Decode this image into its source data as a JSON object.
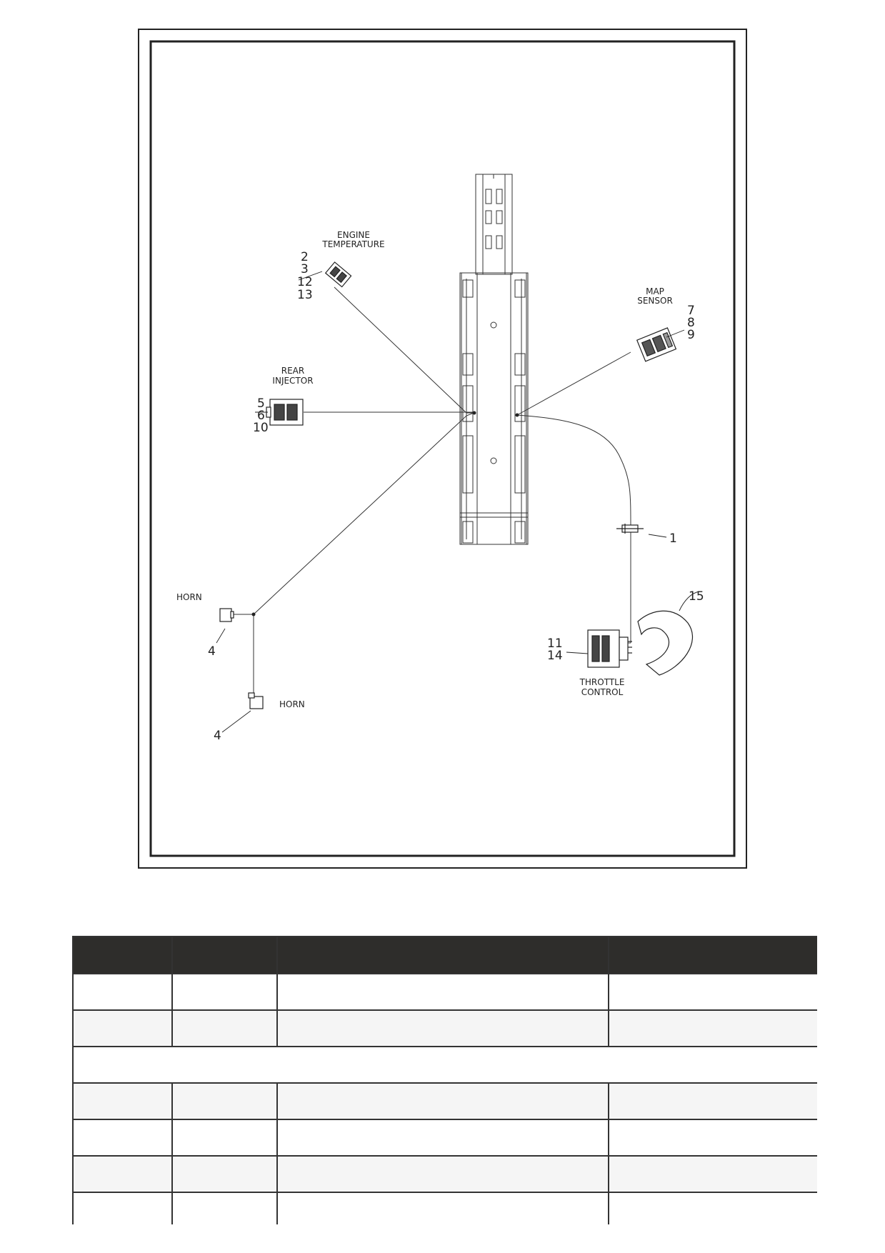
{
  "diagram": {
    "labels": {
      "engine_temp_1": "ENGINE",
      "engine_temp_2": "TEMPERATURE",
      "map_1": "MAP",
      "map_2": "SENSOR",
      "rear_1": "REAR",
      "rear_2": "INJECTOR",
      "horn_upper": "HORN",
      "horn_lower": "HORN",
      "throttle_1": "THROTTLE",
      "throttle_2": "CONTROL"
    },
    "callouts": {
      "n1": "1",
      "n2": "2",
      "n3": "3",
      "n4a": "4",
      "n4b": "4",
      "n5": "5",
      "n6": "6",
      "n7": "7",
      "n8": "8",
      "n9": "9",
      "n10": "10",
      "n11": "11",
      "n12": "12",
      "n13": "13",
      "n14": "14",
      "n15": "15"
    }
  },
  "table": {
    "header": [
      "",
      "",
      "",
      ""
    ],
    "rows": [
      [
        "",
        "",
        "",
        ""
      ],
      [
        "",
        "",
        "",
        ""
      ],
      [
        ""
      ],
      [
        "",
        "",
        "",
        ""
      ],
      [
        "",
        "",
        "",
        ""
      ],
      [
        "",
        "",
        "",
        ""
      ],
      [
        "",
        "",
        "",
        ""
      ]
    ]
  }
}
